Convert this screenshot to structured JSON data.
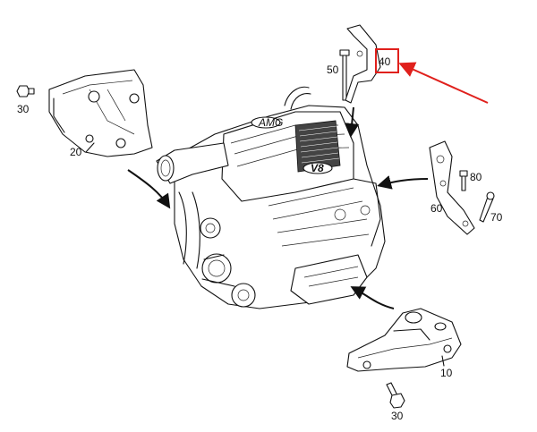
{
  "diagram": {
    "callouts": {
      "c10": "10",
      "c20": "20",
      "c30_top": "30",
      "c30_bottom": "30",
      "c40": "40",
      "c50": "50",
      "c60": "60",
      "c70": "70",
      "c80": "80"
    },
    "engine_badge": "V8",
    "engine_logo": "AMG",
    "highlight": {
      "color": "#e0201c",
      "target": "40"
    }
  }
}
